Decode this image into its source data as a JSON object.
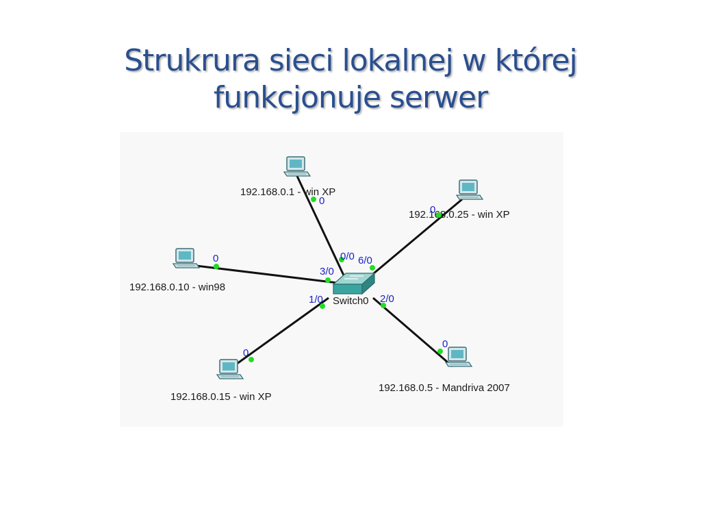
{
  "title": {
    "line1": "Strukrura sieci lokalnej w której",
    "line2": "funkcjonuje serwer"
  },
  "colors": {
    "title": "#2a4f8f",
    "link": "#111111",
    "port_dot": "#22dd22",
    "port_label": "#1a22c8",
    "switch": "#3aa5a0"
  },
  "switch": {
    "label": "Switch0",
    "icon": "switch-icon"
  },
  "hosts": [
    {
      "id": "pc1",
      "label": "192.168.0.1 - win XP",
      "port": "0",
      "switch_port": "0/0",
      "icon": "computer-icon"
    },
    {
      "id": "pc25",
      "label": "192.168.0.25 - win XP",
      "port": "0",
      "switch_port": "6/0",
      "icon": "computer-icon"
    },
    {
      "id": "pc10",
      "label": "192.168.0.10 - win98",
      "port": "0",
      "switch_port": "3/0",
      "icon": "computer-icon"
    },
    {
      "id": "pc15",
      "label": "192.168.0.15 - win XP",
      "port": "0",
      "switch_port": "1/0",
      "icon": "computer-icon"
    },
    {
      "id": "pc5",
      "label": "192.168.0.5 - Mandriva 2007",
      "port": "0",
      "switch_port": "2/0",
      "icon": "computer-icon"
    }
  ]
}
